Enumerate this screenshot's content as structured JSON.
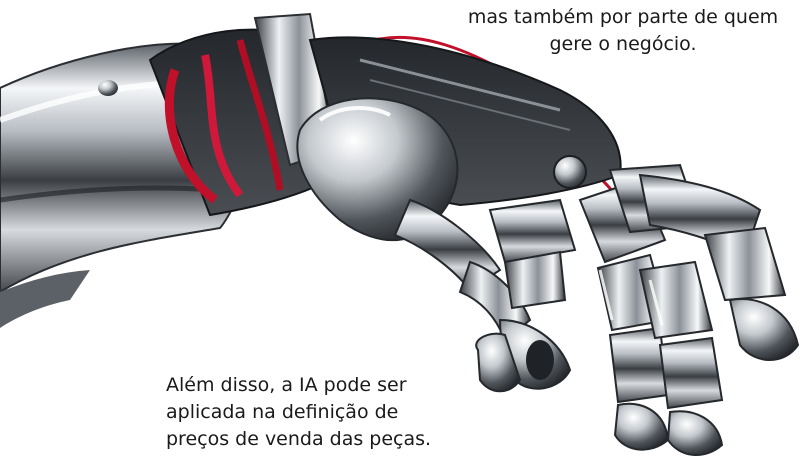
{
  "captions": {
    "top": {
      "line1": "mas também por parte de quem",
      "line2": "gere o negócio."
    },
    "bottom": {
      "line1": "Além disso, a IA pode ser",
      "line2": "aplicada na definição de",
      "line3": "preços de venda das peças."
    }
  },
  "illustration": {
    "subject": "robotic-arm-hand",
    "colors": {
      "chrome_light": "#f2f4f6",
      "chrome_mid": "#9aa1a8",
      "chrome_dark": "#2a2d31",
      "wire_red": "#c0102a",
      "background": "#ffffff"
    }
  }
}
